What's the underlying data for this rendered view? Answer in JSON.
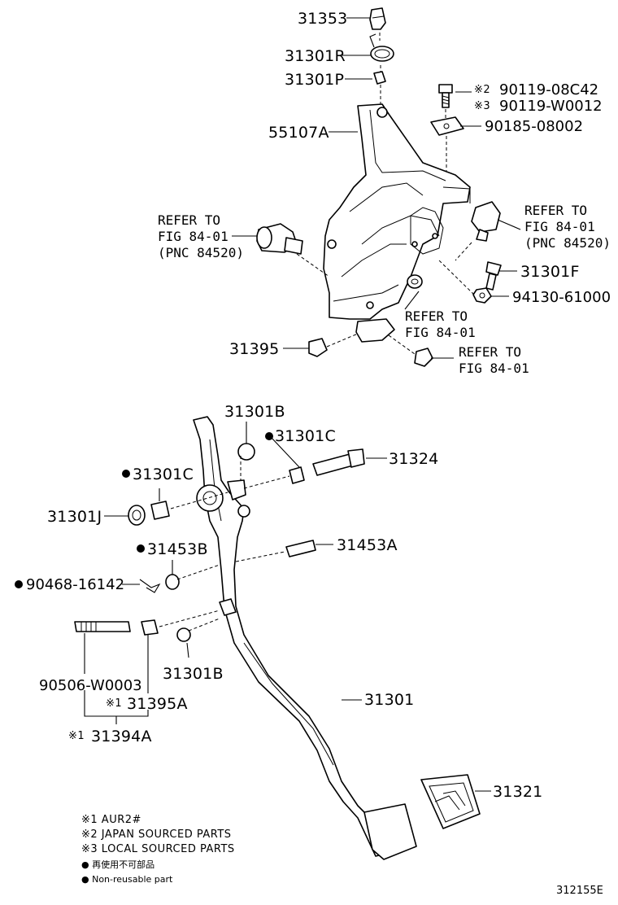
{
  "labels": {
    "p31353": "31353",
    "p31301R": "31301R",
    "p31301P": "31301P",
    "p55107A": "55107A",
    "p90119_08C42": "90119-08C42",
    "p90119_W0012": "90119-W0012",
    "p90185_08002": "90185-08002",
    "p31301F": "31301F",
    "p94130_61000": "94130-61000",
    "p31395": "31395",
    "p31301B_top": "31301B",
    "p31301C_right": "31301C",
    "p31324": "31324",
    "p31301C_left": "31301C",
    "p31301J": "31301J",
    "p31453B": "31453B",
    "p31453A": "31453A",
    "p90468_16142": "90468-16142",
    "p31301B_low": "31301B",
    "p90506_W0003": "90506-W0003",
    "p31395A": "31395A",
    "p31394A": "31394A",
    "p31301": "31301",
    "p31321": "31321"
  },
  "marks": {
    "m2": "※2",
    "m3": "※3",
    "m1a": "※1",
    "m1b": "※1"
  },
  "refs": {
    "left": [
      "REFER TO",
      "FIG 84-01",
      "(PNC 84520)"
    ],
    "right": [
      "REFER TO",
      "FIG 84-01",
      "(PNC 84520)"
    ],
    "mid": [
      "REFER TO",
      "FIG 84-01"
    ],
    "low": [
      "REFER TO",
      "FIG 84-01"
    ]
  },
  "notes": {
    "n1": "※1  AUR2#",
    "n2": "※2  JAPAN SOURCED PARTS",
    "n3": "※3  LOCAL SOURCED PARTS",
    "n4": "● 再使用不可部品",
    "n5": "● Non-reusable part"
  },
  "figure_number": "312155E"
}
